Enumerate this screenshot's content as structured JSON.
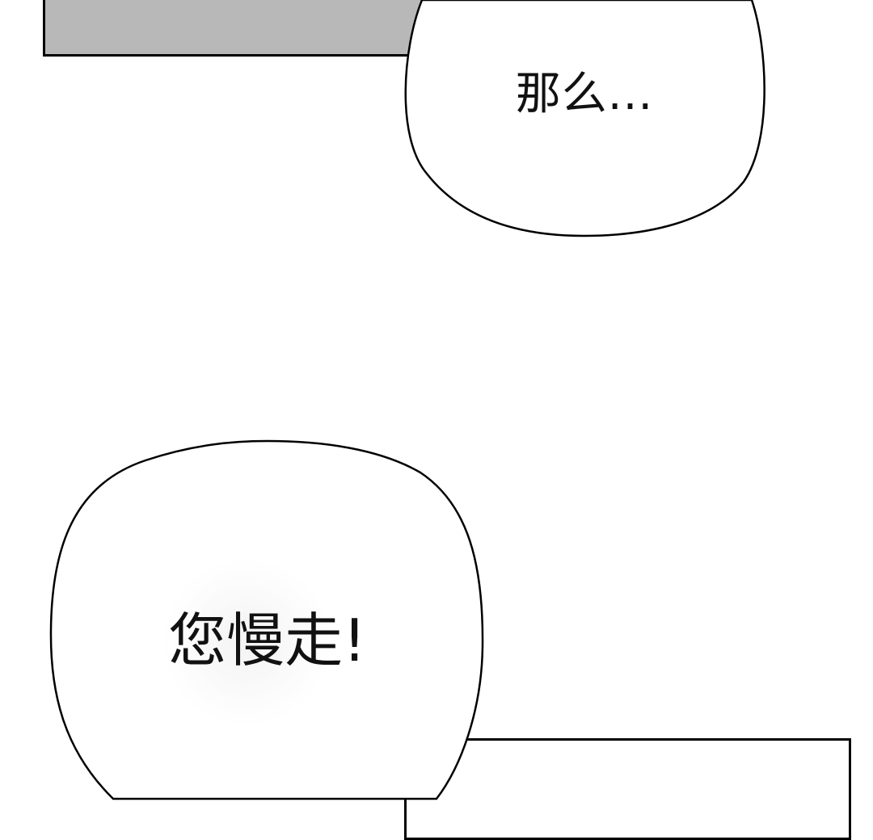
{
  "comic": {
    "panels": [
      {
        "id": "top-panel",
        "fill": "#b8b8b8",
        "border": "#000000"
      },
      {
        "id": "bottom-panel",
        "fill": "#ffffff",
        "border": "#000000"
      }
    ],
    "bubbles": [
      {
        "id": "bubble-top",
        "text": "那么..."
      },
      {
        "id": "bubble-bottom",
        "text": "您慢走!"
      }
    ]
  }
}
